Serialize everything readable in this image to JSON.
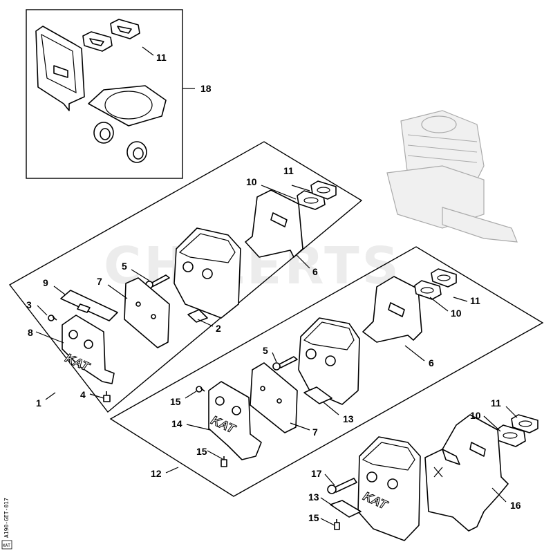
{
  "watermark": "CHILERTS",
  "drawing_code": "A190-GET-017",
  "drawing_code_suffix": "KAT",
  "labels": {
    "l1": "1",
    "l2": "2",
    "l3": "3",
    "l4": "4",
    "l5a": "5",
    "l5b": "5",
    "l6a": "6",
    "l6b": "6",
    "l7a": "7",
    "l7b": "7",
    "l8": "8",
    "l9": "9",
    "l10a": "10",
    "l10b": "10",
    "l10c": "10",
    "l11a": "11",
    "l11b": "11",
    "l11c": "11",
    "l11d": "11",
    "l12": "12",
    "l13a": "13",
    "l13b": "13",
    "l14": "14",
    "l15a": "15",
    "l15b": "15",
    "l15c": "15",
    "l16": "16",
    "l17": "17",
    "l18": "18"
  },
  "stamp_kat": "KAT"
}
